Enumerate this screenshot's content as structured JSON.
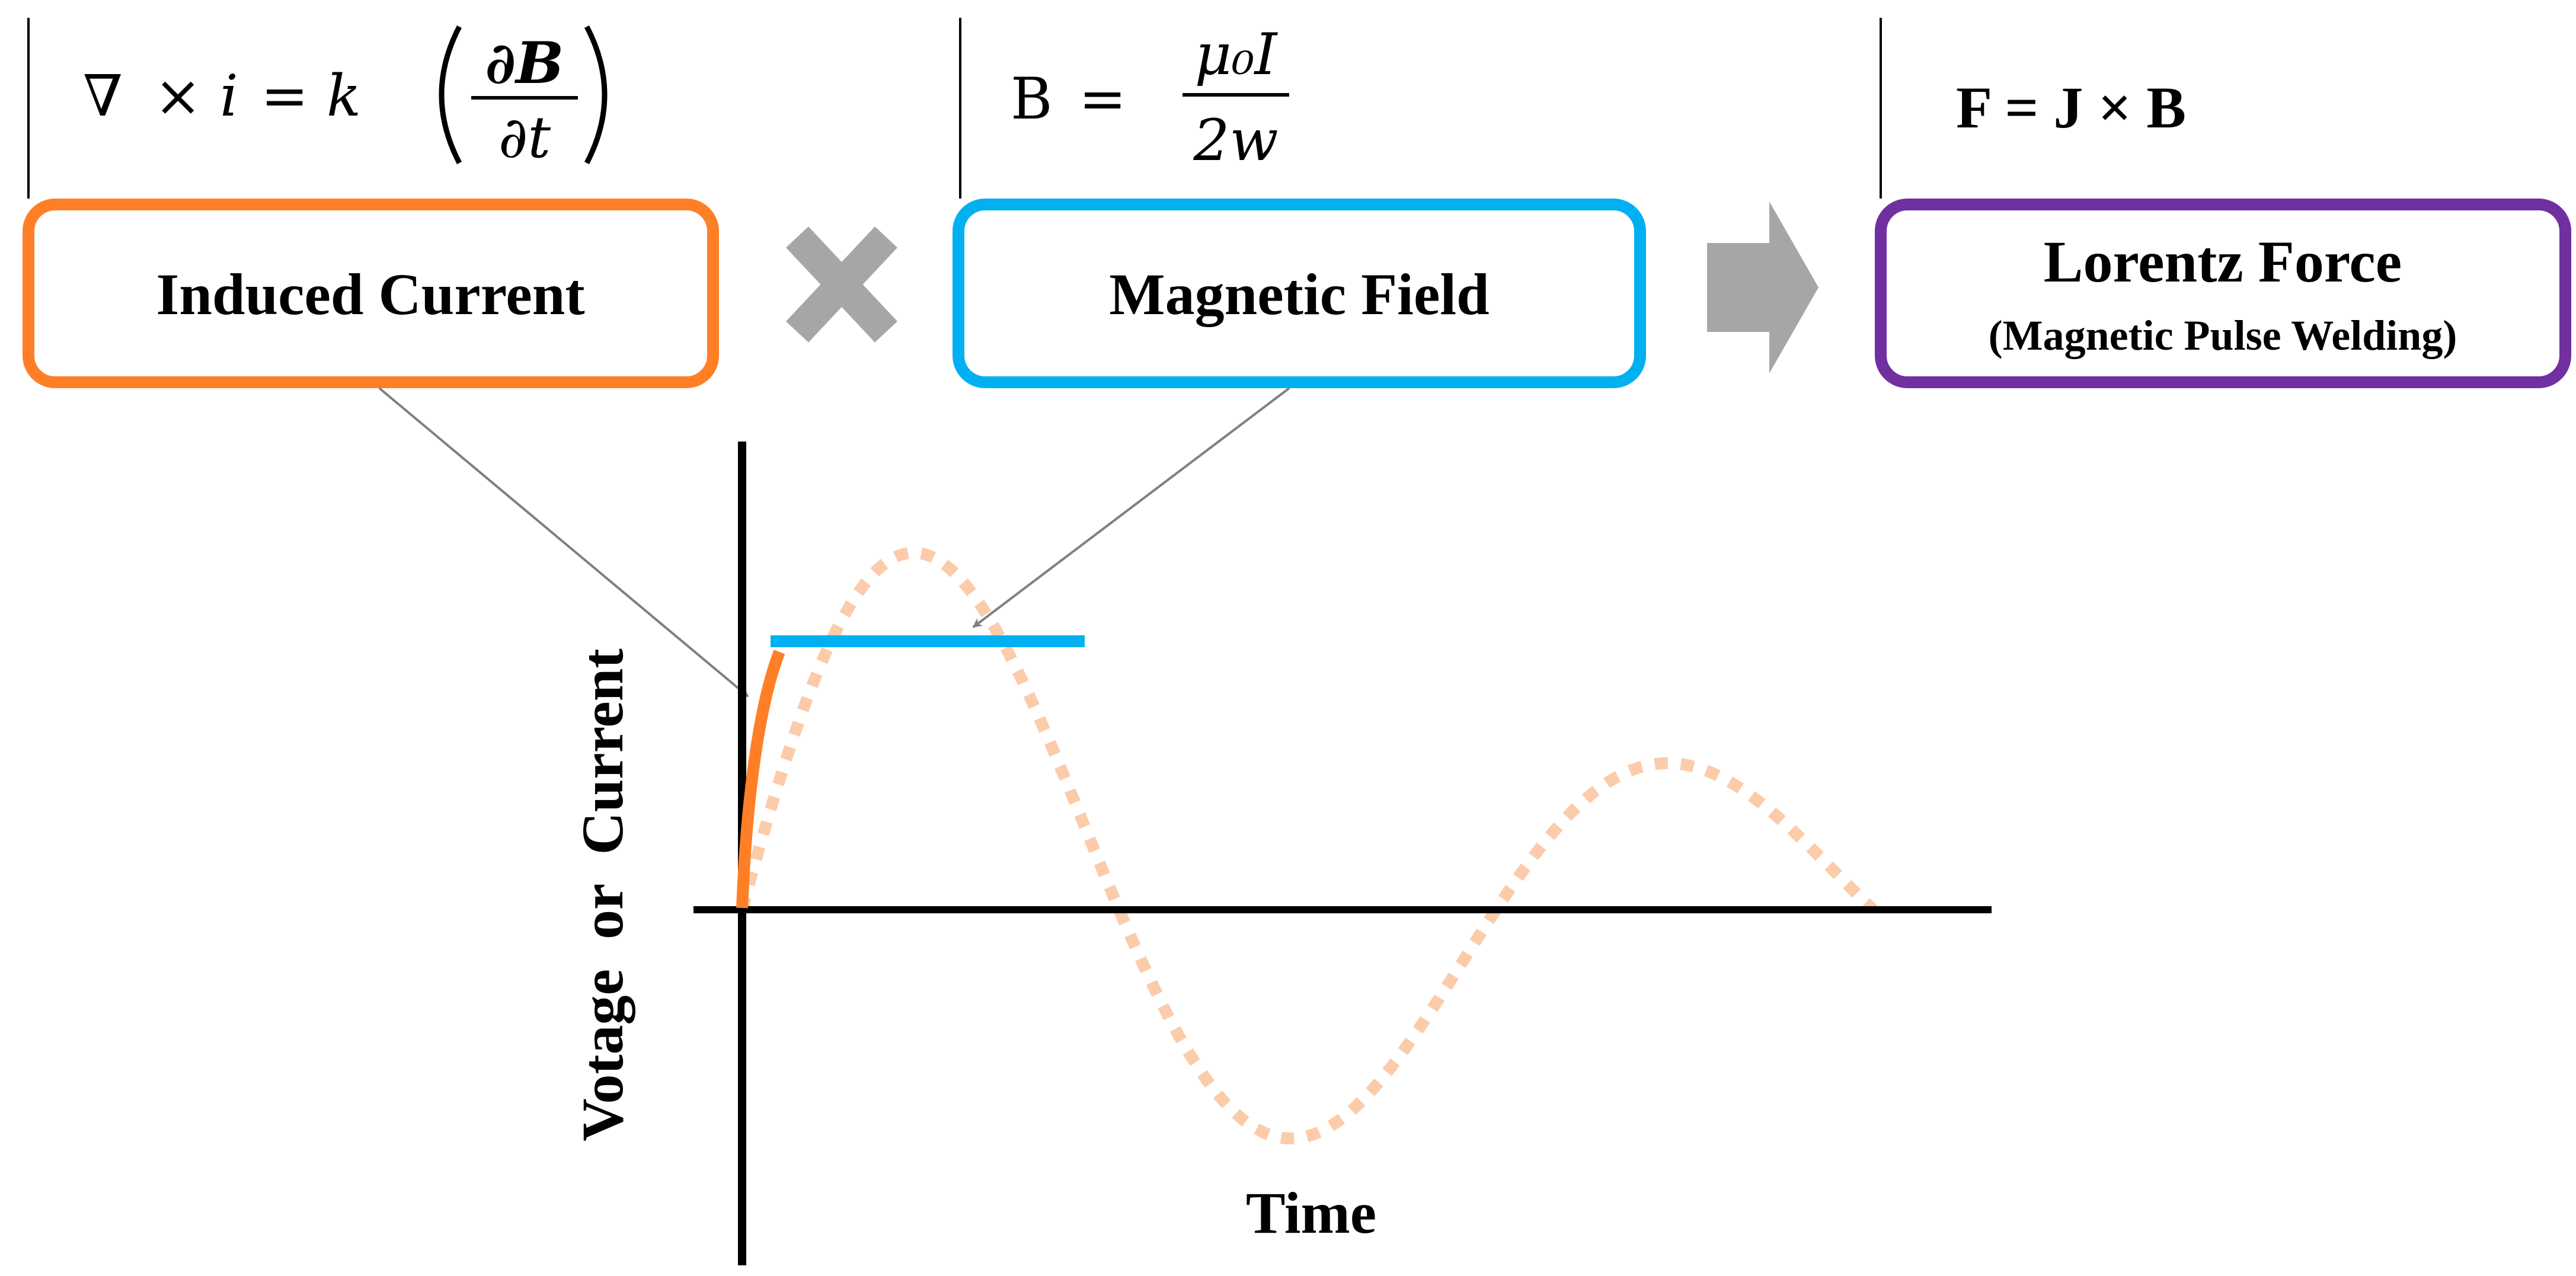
{
  "formulas": {
    "induced": {
      "nabla": "∇",
      "times_i": "× i",
      "equals_k": "= k",
      "numerator": "∂B",
      "denominator": "∂t"
    },
    "magnetic": {
      "lhs": "B",
      "equals": "=",
      "numerator": "μ₀I",
      "denominator": "2w"
    },
    "lorentz": {
      "text": "F = J × B"
    }
  },
  "boxes": {
    "induced_current": {
      "label": "Induced Current",
      "color": "#FF7F27"
    },
    "magnetic_field": {
      "label": "Magnetic Field",
      "color": "#00B0F0"
    },
    "lorentz_force": {
      "label": "Lorentz Force",
      "sublabel": "(Magnetic Pulse Welding)",
      "color": "#7030A0"
    }
  },
  "operators": {
    "times_icon_color": "#A6A6A6",
    "arrow_icon_color": "#A6A6A6"
  },
  "graph": {
    "y_label": "Votage  or  Current",
    "x_label": "Time",
    "colors": {
      "dotted_wave": "#FBCBAA",
      "induced_curve": "#FF7F27",
      "field_line": "#00B0F0",
      "axes": "#000000",
      "pointer": "#7F7F7F"
    }
  }
}
